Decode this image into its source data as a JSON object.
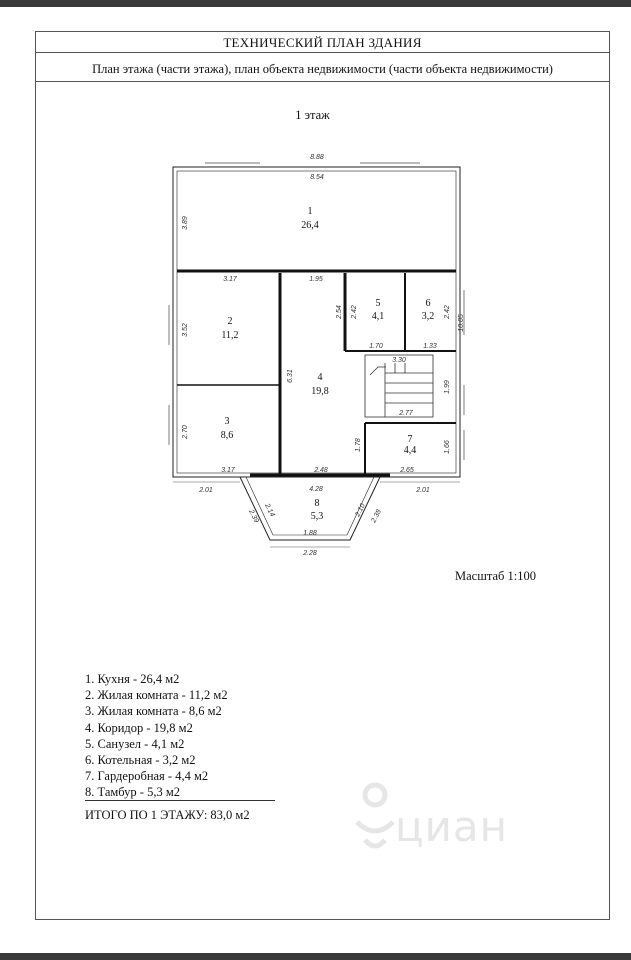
{
  "header": {
    "title": "ТЕХНИЧЕСКИЙ ПЛАН ЗДАНИЯ",
    "subtitle": "План этажа (части этажа), план объекта недвижимости (части объекта недвижимости)"
  },
  "plan": {
    "floor_label": "1 этаж",
    "scale_label": "Масштаб 1:100",
    "rooms": [
      {
        "num": "1",
        "area": "26,4"
      },
      {
        "num": "2",
        "area": "11,2"
      },
      {
        "num": "3",
        "area": "8,6"
      },
      {
        "num": "4",
        "area": "19,8"
      },
      {
        "num": "5",
        "area": "4,1"
      },
      {
        "num": "6",
        "area": "3,2"
      },
      {
        "num": "7",
        "area": "4,4"
      },
      {
        "num": "8",
        "area": "5,3"
      }
    ],
    "dimensions": {
      "d_888": "8.88",
      "d_854": "8.54",
      "d_389": "3.89",
      "d_317a": "3.17",
      "d_195": "1.95",
      "d_352": "3.52",
      "d_254": "2.54",
      "d_242a": "2.42",
      "d_242b": "2.42",
      "d_1005": "10.05",
      "d_170": "1.70",
      "d_133": "1.33",
      "d_330": "3.30",
      "d_631": "6.31",
      "d_199": "1.99",
      "d_277": "2.77",
      "d_270": "2.70",
      "d_178": "1.78",
      "d_166": "1.66",
      "d_317b": "3.17",
      "d_248": "2.48",
      "d_265": "2.65",
      "d_201a": "2.01",
      "d_428": "4.28",
      "d_201b": "2.01",
      "d_214": "2.14",
      "d_210": "2.10",
      "d_239": "2.39",
      "d_238": "2.38",
      "d_188": "1.88",
      "d_228": "2.28"
    }
  },
  "legend": {
    "items": [
      "1. Кухня - 26,4 м2",
      "2. Жилая комната - 11,2 м2",
      "3. Жилая комната - 8,6 м2",
      "4. Коридор - 19,8 м2",
      "5. Санузел - 4,1 м2",
      "6. Котельная - 3,2 м2",
      "7. Гардеробная - 4,4 м2",
      "8. Тамбур - 5,3 м2"
    ],
    "total": "ИТОГО ПО 1 ЭТАЖУ: 83,0 м2"
  },
  "watermark": {
    "text": "циан"
  }
}
